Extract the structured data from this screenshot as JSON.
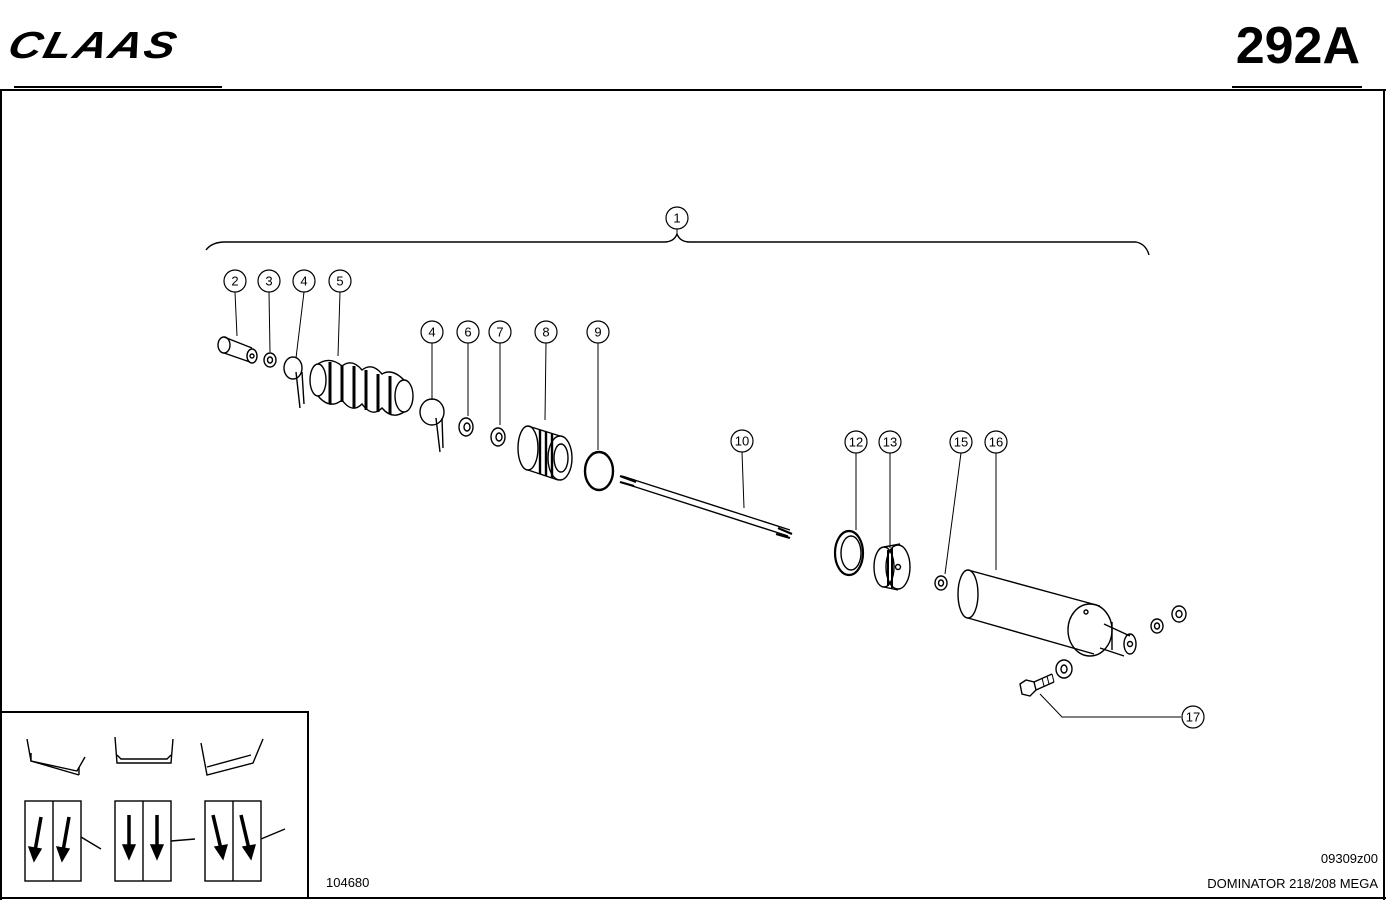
{
  "header": {
    "logo_text": "CLAAS",
    "page_number": "292A"
  },
  "callouts": [
    {
      "id": "c1",
      "label": "1"
    },
    {
      "id": "c2",
      "label": "2"
    },
    {
      "id": "c3",
      "label": "3"
    },
    {
      "id": "c4a",
      "label": "4"
    },
    {
      "id": "c5",
      "label": "5"
    },
    {
      "id": "c4b",
      "label": "4"
    },
    {
      "id": "c6",
      "label": "6"
    },
    {
      "id": "c7",
      "label": "7"
    },
    {
      "id": "c8",
      "label": "8"
    },
    {
      "id": "c9",
      "label": "9"
    },
    {
      "id": "c10",
      "label": "10"
    },
    {
      "id": "c12",
      "label": "12"
    },
    {
      "id": "c13",
      "label": "13"
    },
    {
      "id": "c15",
      "label": "15"
    },
    {
      "id": "c16",
      "label": "16"
    },
    {
      "id": "c17",
      "label": "17"
    }
  ],
  "footer": {
    "drawing_number": "104680",
    "image_code": "09309z00",
    "model": "DOMINATOR 218/208 MEGA"
  },
  "colors": {
    "ink": "#000000",
    "paper": "#ffffff"
  }
}
